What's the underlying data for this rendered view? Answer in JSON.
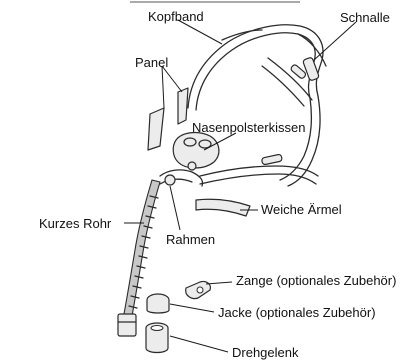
{
  "labels": {
    "kopfband": "Kopfband",
    "schnalle": "Schnalle",
    "panel": "Panel",
    "nasenpolsterkissen": "Nasenpolsterkissen",
    "kurzes_rohr": "Kurzes Rohr",
    "rahmen": "Rahmen",
    "weiche_aermel": "Weiche Ärmel",
    "zange": "Zange (optionales Zubehör)",
    "jacke": "Jacke (optionales Zubehör)",
    "drehgelenk": "Drehgelenk"
  },
  "colors": {
    "line": "#2b2b2b",
    "part_fill": "#ececec",
    "tube_fill": "#c8c8c8"
  }
}
